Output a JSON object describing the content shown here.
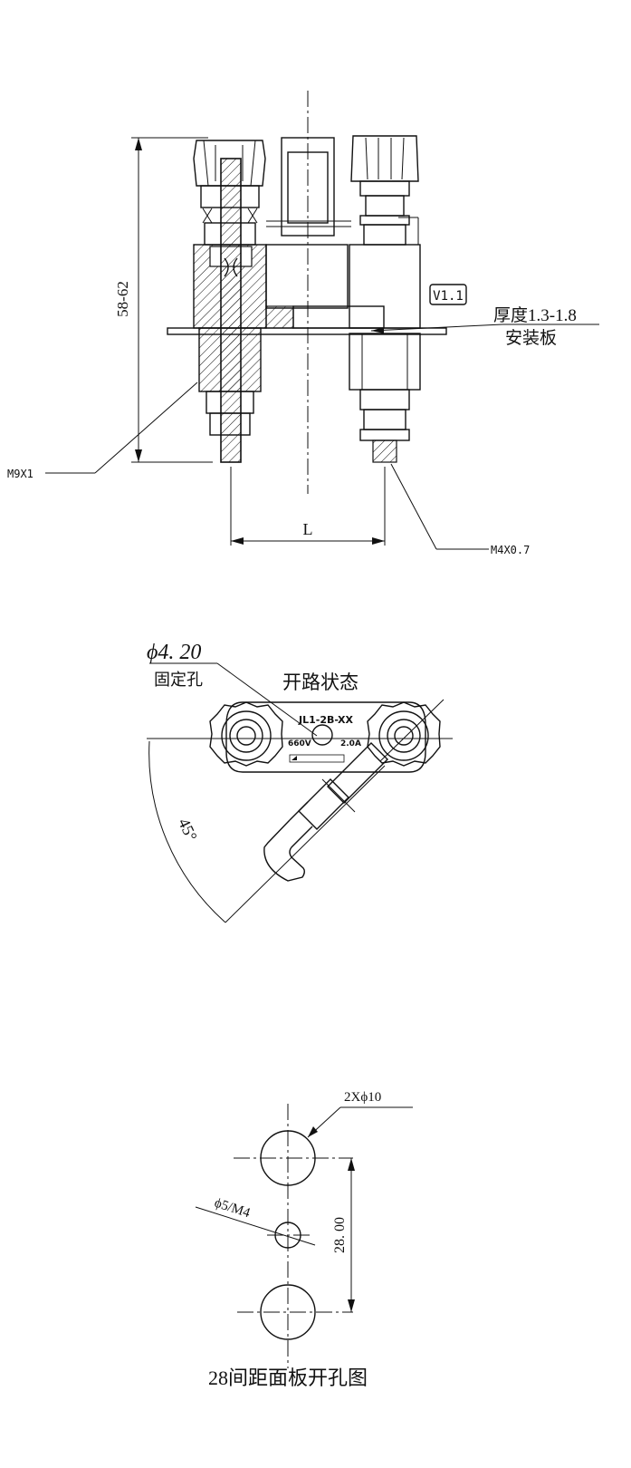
{
  "side_view": {
    "height_dim": "58-62",
    "version_tag": "V1.1",
    "panel_thickness": "厚度1.3-1.8",
    "panel_label": "安装板",
    "thread_left": "M9X1",
    "thread_right": "M4X0.7",
    "length_dim": "L"
  },
  "top_view": {
    "hole_dim": "ϕ4. 20",
    "hole_label": "固定孔",
    "state_label": "开路状态",
    "angle": "45°",
    "plate_model": "JL1-2B-XX",
    "plate_voltage": "660V",
    "plate_current": "2.0A"
  },
  "cutout_view": {
    "holes_dim": "2Xϕ10",
    "center_hole_dim": "ϕ5/M4",
    "spacing_dim": "28. 00",
    "title": "28间距面板开孔图"
  }
}
